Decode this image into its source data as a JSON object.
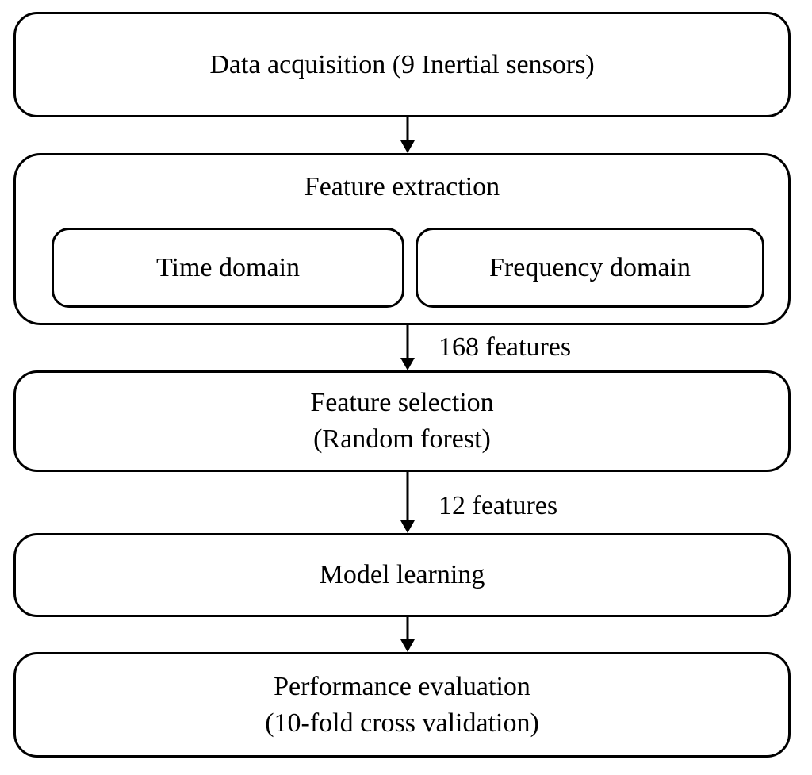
{
  "figure": {
    "background": "#ffffff",
    "border_color": "#000000",
    "text_color": "#000000",
    "nodes": {
      "data_acquisition": {
        "label": "Data acquisition (9 Inertial sensors)"
      },
      "feature_extraction": {
        "label": "Feature extraction",
        "time_domain": {
          "label": "Time domain"
        },
        "frequency_domain": {
          "label": "Frequency domain"
        }
      },
      "feature_selection": {
        "line1": "Feature selection",
        "line2": "(Random forest)"
      },
      "model_learning": {
        "label": "Model learning"
      },
      "performance_evaluation": {
        "line1": "Performance evaluation",
        "line2": "(10-fold cross validation)"
      }
    },
    "edge_labels": {
      "extraction_to_selection": "168 features",
      "selection_to_learning": "12 features"
    }
  }
}
